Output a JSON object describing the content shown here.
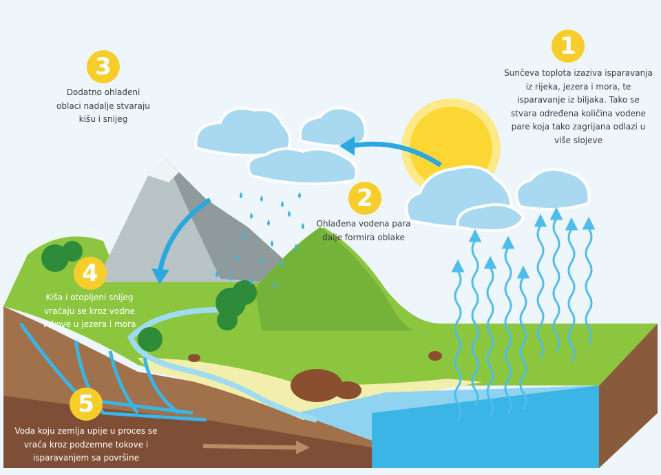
{
  "steps": [
    {
      "number": "1",
      "lines": [
        "Sunčeva toplota izaziva isparavanja",
        "iz rijeka, jezera i mora, te",
        "isparavanje iz biljaka. Tako se",
        "stvara određena količina vodene",
        "pare koja tako zagrijana odlazi u",
        "više slojeve"
      ]
    },
    {
      "number": "2",
      "lines": [
        "Ohlađena vodena para",
        "dalje formira oblake"
      ]
    },
    {
      "number": "3",
      "lines": [
        "Dodatno ohlađeni",
        "oblaci nadalje stvaraju",
        "kišu i snijeg"
      ]
    },
    {
      "number": "4",
      "lines": [
        "Kiša i otopljeni snijeg",
        "vraćaju se kroz vodne",
        "tokove u jezera i mora"
      ]
    },
    {
      "number": "5",
      "lines": [
        "Voda koju zemlja upije u proces se",
        "vraća kroz podzemne tokove i",
        "isparavanjem sa površine"
      ]
    }
  ],
  "colors": {
    "badge": "#f7cd2b",
    "water": "#3bb4e6",
    "cloud": "#a9d9f1",
    "grass": "#8cc63f",
    "soil": "#a0714a",
    "sun": "#fcd733"
  }
}
